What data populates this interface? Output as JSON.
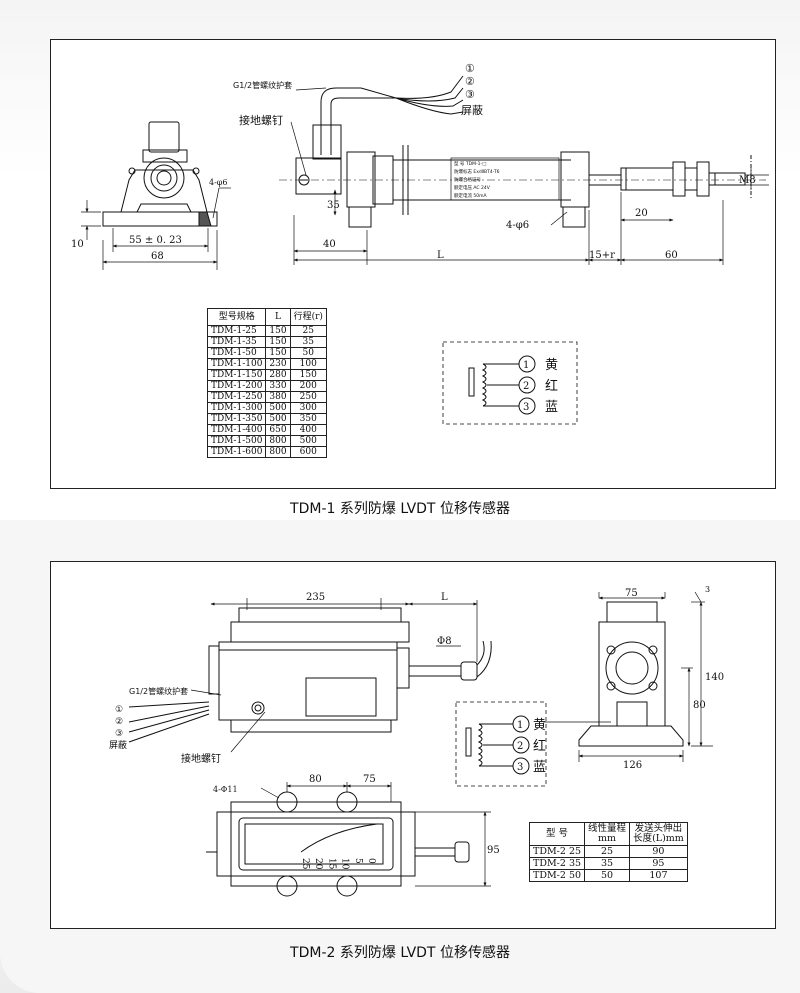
{
  "figure1": {
    "caption": "TDM-1 系列防爆 LVDT 位移传感器",
    "callouts": {
      "conduit": "G1/2管螺纹护套",
      "ground_screw": "接地螺钉",
      "hole_front": "4-φ6",
      "hole_body": "4-φ6",
      "wire1": "①",
      "wire2": "②",
      "wire3": "③",
      "shield": "屏蔽"
    },
    "dims": {
      "d10": "10",
      "d55": "55 ± 0. 23",
      "d68": "68",
      "d35": "35",
      "d40": "40",
      "dL": "L",
      "d15r": "15+r",
      "d60": "60",
      "d20": "20",
      "dM8": "M8"
    },
    "nameplate": [
      "型  号   TDM-1-□",
      "防爆标志  ExdⅡBT4-T6",
      "防爆合格证号",
      "额定电压  AC 24V",
      "额定电流  50mA"
    ],
    "table": {
      "headers": [
        "型号规格",
        "L",
        "行程(r)"
      ],
      "rows": [
        [
          "TDM-1-25",
          "150",
          "25"
        ],
        [
          "TDM-1-35",
          "150",
          "35"
        ],
        [
          "TDM-1-50",
          "150",
          "50"
        ],
        [
          "TDM-1-100",
          "230",
          "100"
        ],
        [
          "TDM-1-150",
          "280",
          "150"
        ],
        [
          "TDM-1-200",
          "330",
          "200"
        ],
        [
          "TDM-1-250",
          "380",
          "250"
        ],
        [
          "TDM-1-300",
          "500",
          "300"
        ],
        [
          "TDM-1-350",
          "500",
          "350"
        ],
        [
          "TDM-1-400",
          "650",
          "400"
        ],
        [
          "TDM-1-500",
          "800",
          "500"
        ],
        [
          "TDM-1-600",
          "800",
          "600"
        ]
      ]
    },
    "wiring": [
      {
        "num": "1",
        "color": "黄"
      },
      {
        "num": "2",
        "color": "红"
      },
      {
        "num": "3",
        "color": "蓝"
      }
    ]
  },
  "figure2": {
    "caption": "TDM-2 系列防爆 LVDT 位移传感器",
    "callouts": {
      "conduit": "G1/2管螺纹护套",
      "ground_screw": "接地螺钉",
      "wire1": "①",
      "wire2": "②",
      "wire3": "③",
      "shield": "屏蔽",
      "phi8": "Φ8",
      "hole": "4-Φ11"
    },
    "dims": {
      "d235": "235",
      "dL": "L",
      "d75top": "75",
      "d3": "3",
      "d140": "140",
      "d80v": "80",
      "d126": "126",
      "d80h": "80",
      "d75h": "75",
      "d95": "95"
    },
    "scale_labels": [
      "25",
      "20",
      "15",
      "10",
      "5",
      "0"
    ],
    "table": {
      "headers": [
        "型  号",
        "线性量程\nmm",
        "发送头伸出\n长度(L)mm"
      ],
      "rows": [
        [
          "TDM-2 25",
          "25",
          "90"
        ],
        [
          "TDM-2 35",
          "35",
          "95"
        ],
        [
          "TDM-2 50",
          "50",
          "107"
        ]
      ]
    },
    "wiring": [
      {
        "num": "1",
        "color": "黄"
      },
      {
        "num": "2",
        "color": "红"
      },
      {
        "num": "3",
        "color": "蓝"
      }
    ]
  }
}
